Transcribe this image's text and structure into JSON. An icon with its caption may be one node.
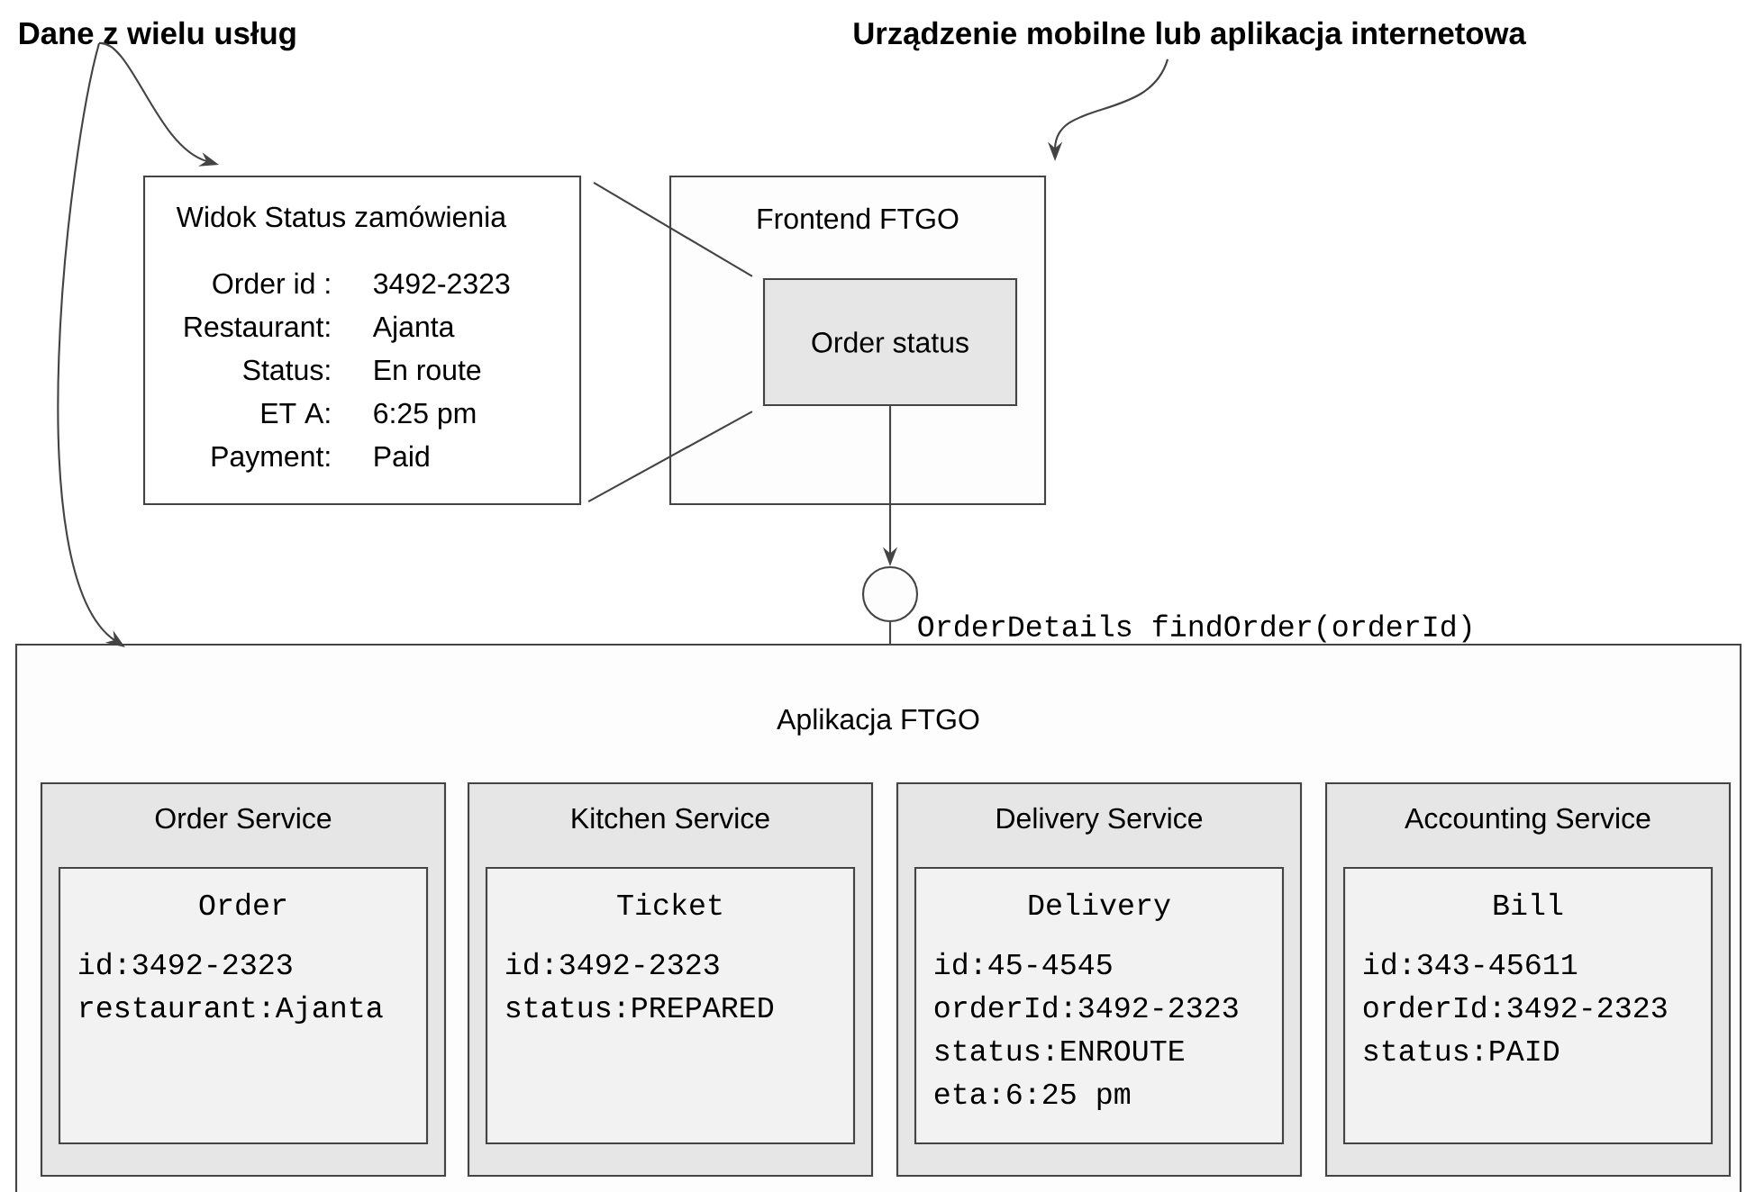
{
  "diagram": {
    "nodes": [
      {
        "text": [
          "Dane z wielu usług"
        ]
      },
      {
        "text": [
          "Urządzenie mobilne lub aplikacja internetowa"
        ]
      },
      {
        "text": [
          "Widok Status zamówienia",
          "Order id :",
          "3492-2323",
          "Restaurant:",
          "Ajanta",
          "Status:",
          "En route",
          "ET A:",
          "6:25 pm",
          "Payment:",
          "Paid"
        ]
      },
      {
        "text": [
          "Frontend FTGO"
        ]
      },
      {
        "text": [
          "Order status"
        ],
        "in": 3
      },
      {
        "text": [],
        "shape": "circle",
        "beside": [
          "OrderDetails findOrder(orderId)"
        ]
      },
      {
        "text": [
          "Aplikacja FTGO"
        ]
      },
      {
        "text": [
          "Order Service"
        ],
        "in": 6
      },
      {
        "text": [
          "Order",
          "id:3492-2323",
          "restaurant:Ajanta"
        ],
        "in": 7
      },
      {
        "text": [
          "Kitchen Service"
        ],
        "in": 6
      },
      {
        "text": [
          "Ticket",
          "id:3492-2323",
          "status:PREPARED"
        ],
        "in": 9
      },
      {
        "text": [
          "Delivery Service"
        ],
        "in": 6
      },
      {
        "text": [
          "Delivery",
          "id:45-4545",
          "orderId:3492-2323",
          "status:ENROUTE",
          "eta:6:25 pm"
        ],
        "in": 11
      },
      {
        "text": [
          "Accounting Service"
        ],
        "in": 6
      },
      {
        "text": [
          "Bill",
          "id:343-45611",
          "orderId:3492-2323",
          "status:PAID"
        ],
        "in": 13
      }
    ],
    "edges": [
      {
        "from": 0,
        "to": 2,
        "arrow": "to"
      },
      {
        "from": 0,
        "to": 6,
        "arrow": "to"
      },
      {
        "from": 1,
        "to": 3,
        "arrow": "to"
      },
      {
        "from": 2,
        "to": 4,
        "arrow": "none"
      },
      {
        "from": 2,
        "to": 4,
        "arrow": "none"
      },
      {
        "from": 4,
        "to": 5,
        "arrow": "to"
      },
      {
        "from": 5,
        "to": 6,
        "arrow": "none"
      }
    ]
  }
}
